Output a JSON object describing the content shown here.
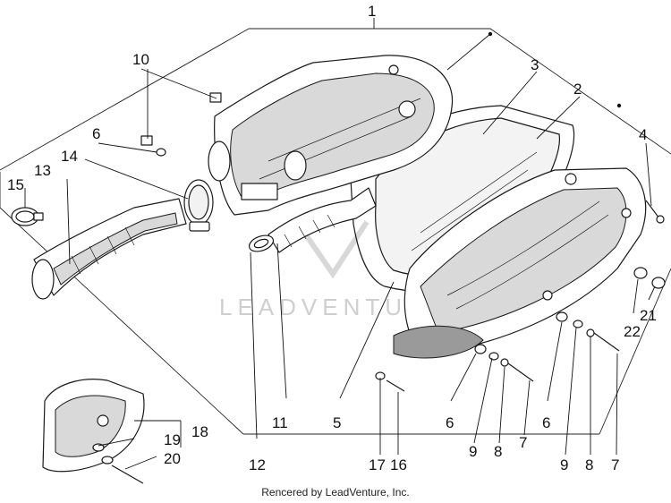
{
  "diagram": {
    "callouts": {
      "c1": "1",
      "c2": "2",
      "c3": "3",
      "c4": "4",
      "c5": "5",
      "c6a": "6",
      "c6b": "6",
      "c6c": "6",
      "c7a": "7",
      "c7b": "7",
      "c8a": "8",
      "c8b": "8",
      "c9a": "9",
      "c9b": "9",
      "c10": "10",
      "c11": "11",
      "c12": "12",
      "c13": "13",
      "c14": "14",
      "c15": "15",
      "c16": "16",
      "c17": "17",
      "c18": "18",
      "c19": "19",
      "c20": "20",
      "c21": "21",
      "c22": "22"
    },
    "watermark": "LEADVENTURE"
  },
  "footer": {
    "credit": "Rencered by LeadVenture, Inc."
  },
  "colors": {
    "line": "#1a1a1a",
    "shade": "#d9d9d9",
    "watermark": "#cfcfcf"
  }
}
